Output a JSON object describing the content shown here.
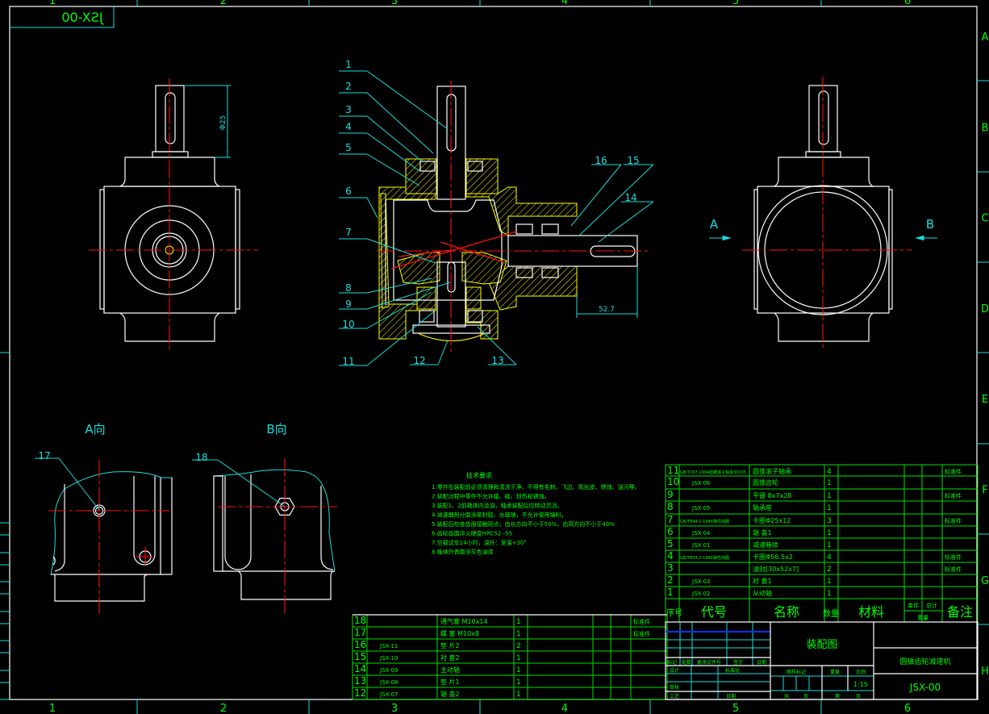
{
  "drawing": {
    "mirrored_code": "JSX-00",
    "border": {
      "columns": [
        "1",
        "2",
        "3",
        "4",
        "5",
        "6"
      ],
      "rows": [
        "A",
        "B",
        "C",
        "D",
        "E",
        "F",
        "G",
        "H"
      ]
    },
    "dimensions": {
      "shaft_dia": "Φ25",
      "shaft_ext": "52.7"
    },
    "view_labels": {
      "a_view": "A向",
      "b_view": "B向",
      "a_arrow": "A",
      "b_arrow": "B"
    },
    "balloons": [
      "1",
      "2",
      "3",
      "4",
      "5",
      "6",
      "7",
      "8",
      "9",
      "10",
      "11",
      "12",
      "13",
      "14",
      "15",
      "16",
      "17",
      "18"
    ],
    "colors": {
      "line": "#ffffff",
      "text": "#00ff00",
      "center": "#ff1010",
      "dim": "#19dede",
      "hatch": "#ffff00"
    }
  },
  "tech_requirements": {
    "title": "技术要求",
    "lines": [
      "1.零件在装配前必须清理和清洗干净，不得有毛刺、飞边、氧化皮、锈蚀、油污等。",
      "2.装配过程中零件不允许磕、碰、划伤和锈蚀。",
      "3.装配1、2前箱体内涂油，轴承装配后应转动灵活。",
      "4.减速器剖分面涂密封胶、水玻璃，不允许使用填料。",
      "5.装配后检查齿面接触斑点，齿长方向不小于50%，齿高方向不小于40%",
      "6.齿轮齿面淬火硬度HRC52--55",
      "7.空载试车24小时，温升：室温+30°",
      "8.箱体外表面涂灰色油漆"
    ]
  },
  "bom_upper": {
    "rows": [
      {
        "no": "11",
        "code": "GB/T297-1994圆锥滚子轴承30205",
        "name": "圆锥滚子轴承",
        "qty": "4",
        "remark": "标准件"
      },
      {
        "no": "10",
        "code": "JSX-06",
        "name": "圆锥齿轮",
        "qty": "1",
        "remark": ""
      },
      {
        "no": "9",
        "code": "",
        "name": "平键 8x7x28",
        "qty": "1",
        "remark": "标准件"
      },
      {
        "no": "8",
        "code": "JSX-05",
        "name": "轴承座",
        "qty": "1",
        "remark": ""
      },
      {
        "no": "7",
        "code": "GB/T894.1-1986弹性挡圈",
        "name": "卡圈Φ25x12",
        "qty": "3",
        "remark": "标准件"
      },
      {
        "no": "6",
        "code": "JSX-04",
        "name": "端 盖1",
        "qty": "1",
        "remark": ""
      },
      {
        "no": "5",
        "code": "JSX-01",
        "name": "减速箱体",
        "qty": "1",
        "remark": ""
      },
      {
        "no": "4",
        "code": "GB/T893.2-1986弹性挡圈",
        "name": "卡圈Φ56.5x2",
        "qty": "4",
        "remark": "标准件"
      },
      {
        "no": "3",
        "code": "",
        "name": "油封[30x52x7]",
        "qty": "2",
        "remark": "标准件"
      },
      {
        "no": "2",
        "code": "JSX-03",
        "name": "衬 套1",
        "qty": "1",
        "remark": ""
      },
      {
        "no": "1",
        "code": "JSX-02",
        "name": "从动轴",
        "qty": "1",
        "remark": ""
      }
    ],
    "header": {
      "no": "序号",
      "code": "代号",
      "name": "名称",
      "qty": "数量",
      "material": "材料",
      "single": "单件",
      "total": "总计",
      "weight": "重量",
      "remark": "备注"
    }
  },
  "bom_lower": {
    "rows": [
      {
        "no": "18",
        "code": "",
        "name": "通气塞 M10x14",
        "qty": "1",
        "remark": "标准件"
      },
      {
        "no": "17",
        "code": "",
        "name": "螺 塞 M10x8",
        "qty": "1",
        "remark": "标准件"
      },
      {
        "no": "16",
        "code": "JSX-11",
        "name": "垫 片2",
        "qty": "2",
        "remark": ""
      },
      {
        "no": "15",
        "code": "JSX-10",
        "name": "衬 套2",
        "qty": "1",
        "remark": ""
      },
      {
        "no": "14",
        "code": "JSX-09",
        "name": "主动轴",
        "qty": "1",
        "remark": ""
      },
      {
        "no": "13",
        "code": "JSX-08",
        "name": "垫 片1",
        "qty": "1",
        "remark": ""
      },
      {
        "no": "12",
        "code": "JSX-07",
        "name": "端 盖2",
        "qty": "1",
        "remark": ""
      }
    ]
  },
  "title_block": {
    "drawing_type": "装配图",
    "product_name": "圆锥齿轮减速机",
    "drawing_no": "JSX-00",
    "scale": "1:15",
    "labels": {
      "mark": "标记",
      "count": "处数",
      "change_doc": "更改文件号",
      "sign": "签字",
      "date": "日期",
      "design": "设计",
      "standard": "标准化",
      "review": "审核",
      "process": "工艺",
      "date2": "日期",
      "sample_mark": "图样标记",
      "weight": "重量",
      "scale": "比例",
      "total": "共",
      "page": "页",
      "sheet": "第",
      "page2": "页"
    }
  }
}
